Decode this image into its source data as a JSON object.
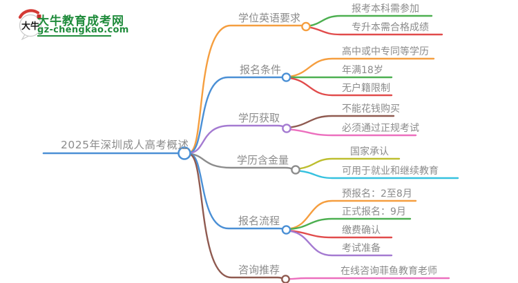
{
  "logo": {
    "icon_text": "大牛",
    "title": "大牛教育成考网",
    "domain": "gz-chengkao.com"
  },
  "colors": {
    "orange": "#F59E3F",
    "green": "#4CAF50",
    "red": "#E14B4B",
    "blue": "#4A8FD5",
    "purple": "#A47AD1",
    "gray": "#8C8C8C",
    "brown": "#8F5A50",
    "pink": "#EC6FBE",
    "olive": "#BDBE2F",
    "cyan": "#35C1DF",
    "logo_green": "#1F8B3B",
    "text_gray": "#8B8B8B"
  },
  "mindmap": {
    "root": {
      "label": "2025年深圳成人高考概述",
      "color": "#4A8FD5"
    },
    "branches": [
      {
        "label": "学位英语要求",
        "color": "#F59E3F",
        "children": [
          {
            "label": "报考本科需参加",
            "color": "#4CAF50"
          },
          {
            "label": "专升本需合格成绩",
            "color": "#E14B4B"
          }
        ]
      },
      {
        "label": "报名条件",
        "color": "#4A8FD5",
        "children": [
          {
            "label": "高中或中专同等学历",
            "color": "#F59E3F"
          },
          {
            "label": "年满18岁",
            "color": "#4CAF50"
          },
          {
            "label": "无户籍限制",
            "color": "#E14B4B"
          }
        ]
      },
      {
        "label": "学历获取",
        "color": "#A47AD1",
        "children": [
          {
            "label": "不能花钱购买",
            "color": "#8F5A50"
          },
          {
            "label": "必须通过正规考试",
            "color": "#EC6FBE"
          }
        ]
      },
      {
        "label": "学历含金量",
        "color": "#8C8C8C",
        "children": [
          {
            "label": "国家承认",
            "color": "#BDBE2F"
          },
          {
            "label": "可用于就业和继续教育",
            "color": "#35C1DF"
          }
        ]
      },
      {
        "label": "报名流程",
        "color": "#4A8FD5",
        "children": [
          {
            "label": "预报名：2至8月",
            "color": "#F59E3F"
          },
          {
            "label": "正式报名：9月",
            "color": "#4CAF50"
          },
          {
            "label": "缴费确认",
            "color": "#E14B4B"
          },
          {
            "label": "考试准备",
            "color": "#A47AD1"
          }
        ]
      },
      {
        "label": "咨询推荐",
        "color": "#8F5A50",
        "children": [
          {
            "label": "在线咨询菲鱼教育老师",
            "color": "#EC6FBE"
          }
        ]
      }
    ]
  }
}
